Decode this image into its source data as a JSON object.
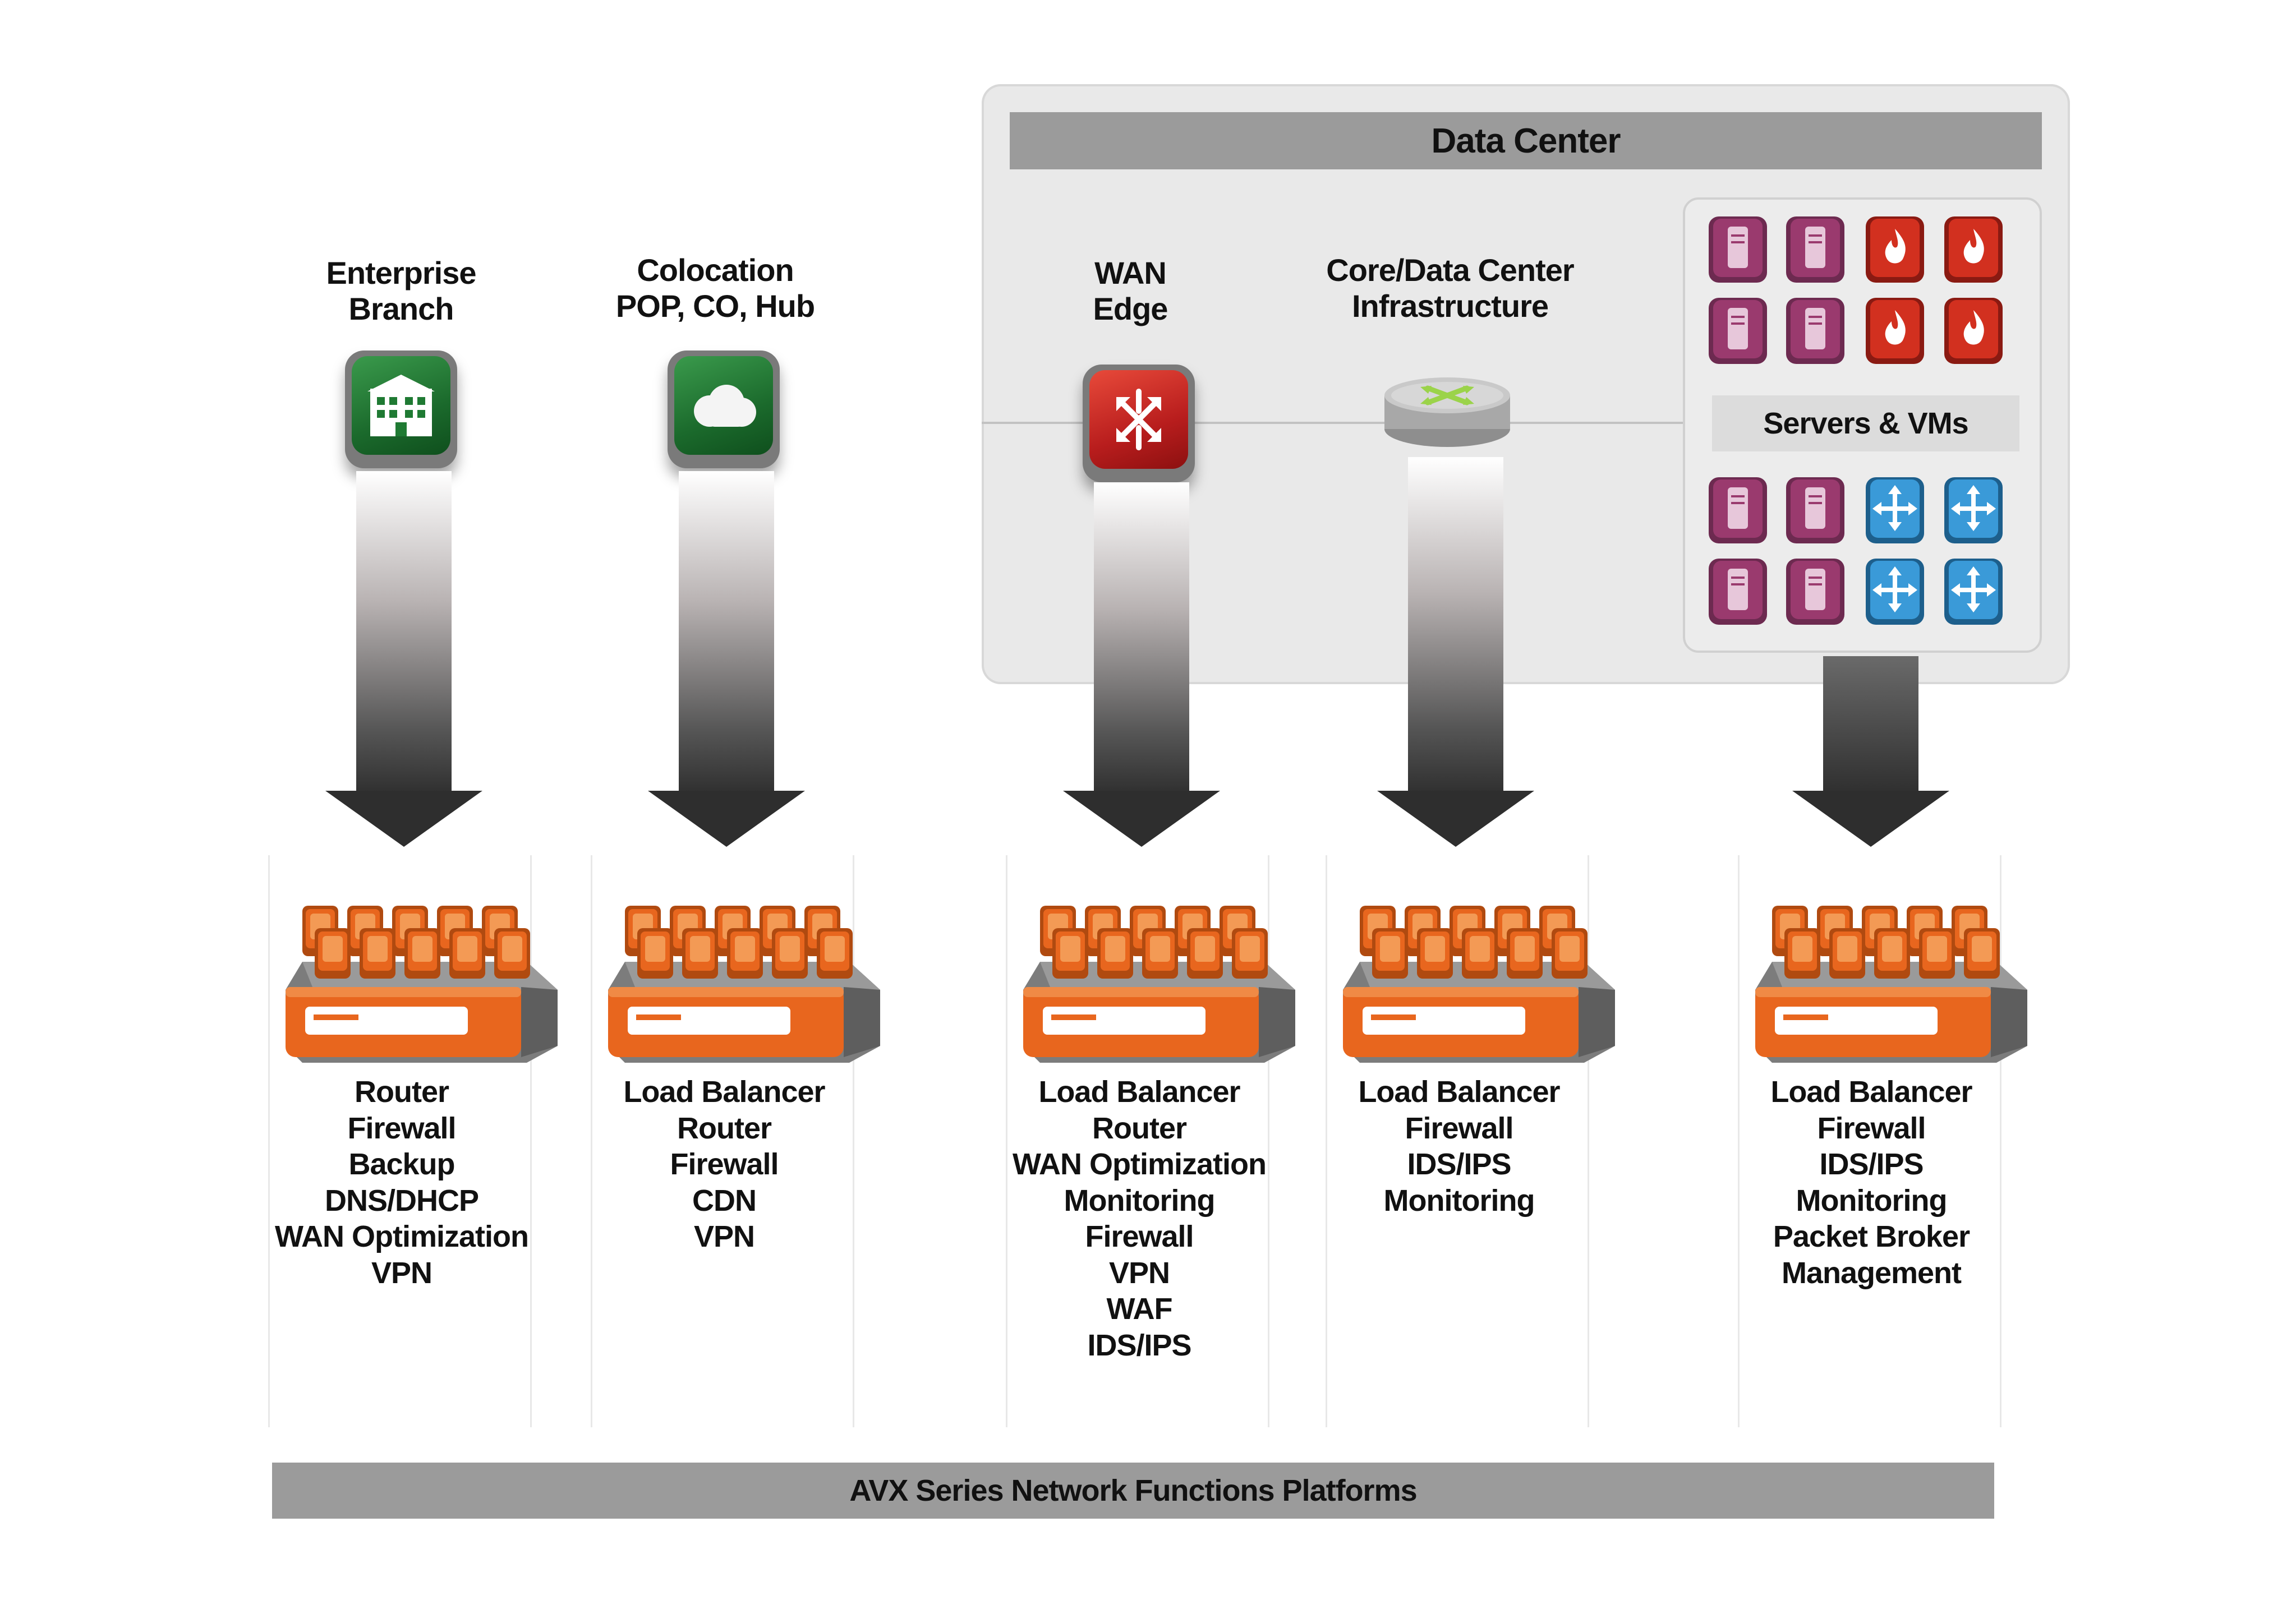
{
  "data_center": {
    "title": "Data Center",
    "servers_label": "Servers & VMs"
  },
  "locations": [
    {
      "id": "enterprise-branch",
      "lines": [
        "Enterprise",
        "Branch"
      ],
      "icon": "building-icon"
    },
    {
      "id": "colocation",
      "lines": [
        "Colocation",
        "POP, CO, Hub"
      ],
      "icon": "cloud-icon"
    },
    {
      "id": "wan-edge",
      "lines": [
        "WAN",
        "Edge"
      ],
      "icon": "router-icon"
    },
    {
      "id": "core-dc",
      "lines": [
        "Core/Data Center",
        "Infrastructure"
      ],
      "icon": "switch-icon"
    }
  ],
  "columns": [
    {
      "id": "branch",
      "functions": [
        "Router",
        "Firewall",
        "Backup",
        "DNS/DHCP",
        "WAN Optimization",
        "VPN"
      ]
    },
    {
      "id": "colocation",
      "functions": [
        "Load Balancer",
        "Router",
        "Firewall",
        "CDN",
        "VPN"
      ]
    },
    {
      "id": "wan-edge",
      "functions": [
        "Load Balancer",
        "Router",
        "WAN Optimization",
        "Monitoring",
        "Firewall",
        "VPN",
        "WAF",
        "IDS/IPS"
      ]
    },
    {
      "id": "core",
      "functions": [
        "Load Balancer",
        "Firewall",
        "IDS/IPS",
        "Monitoring"
      ]
    },
    {
      "id": "servers",
      "functions": [
        "Load Balancer",
        "Firewall",
        "IDS/IPS",
        "Monitoring",
        "Packet Broker",
        "Management"
      ]
    }
  ],
  "platform_bar": "AVX Series Network Functions Platforms",
  "colors": {
    "appliance_orange": "#e8661e",
    "server_purple": "#9a3a6e",
    "firewall_red": "#d2301f",
    "vm_blue": "#3a9ad8",
    "icon_green": "#1f7a33"
  }
}
